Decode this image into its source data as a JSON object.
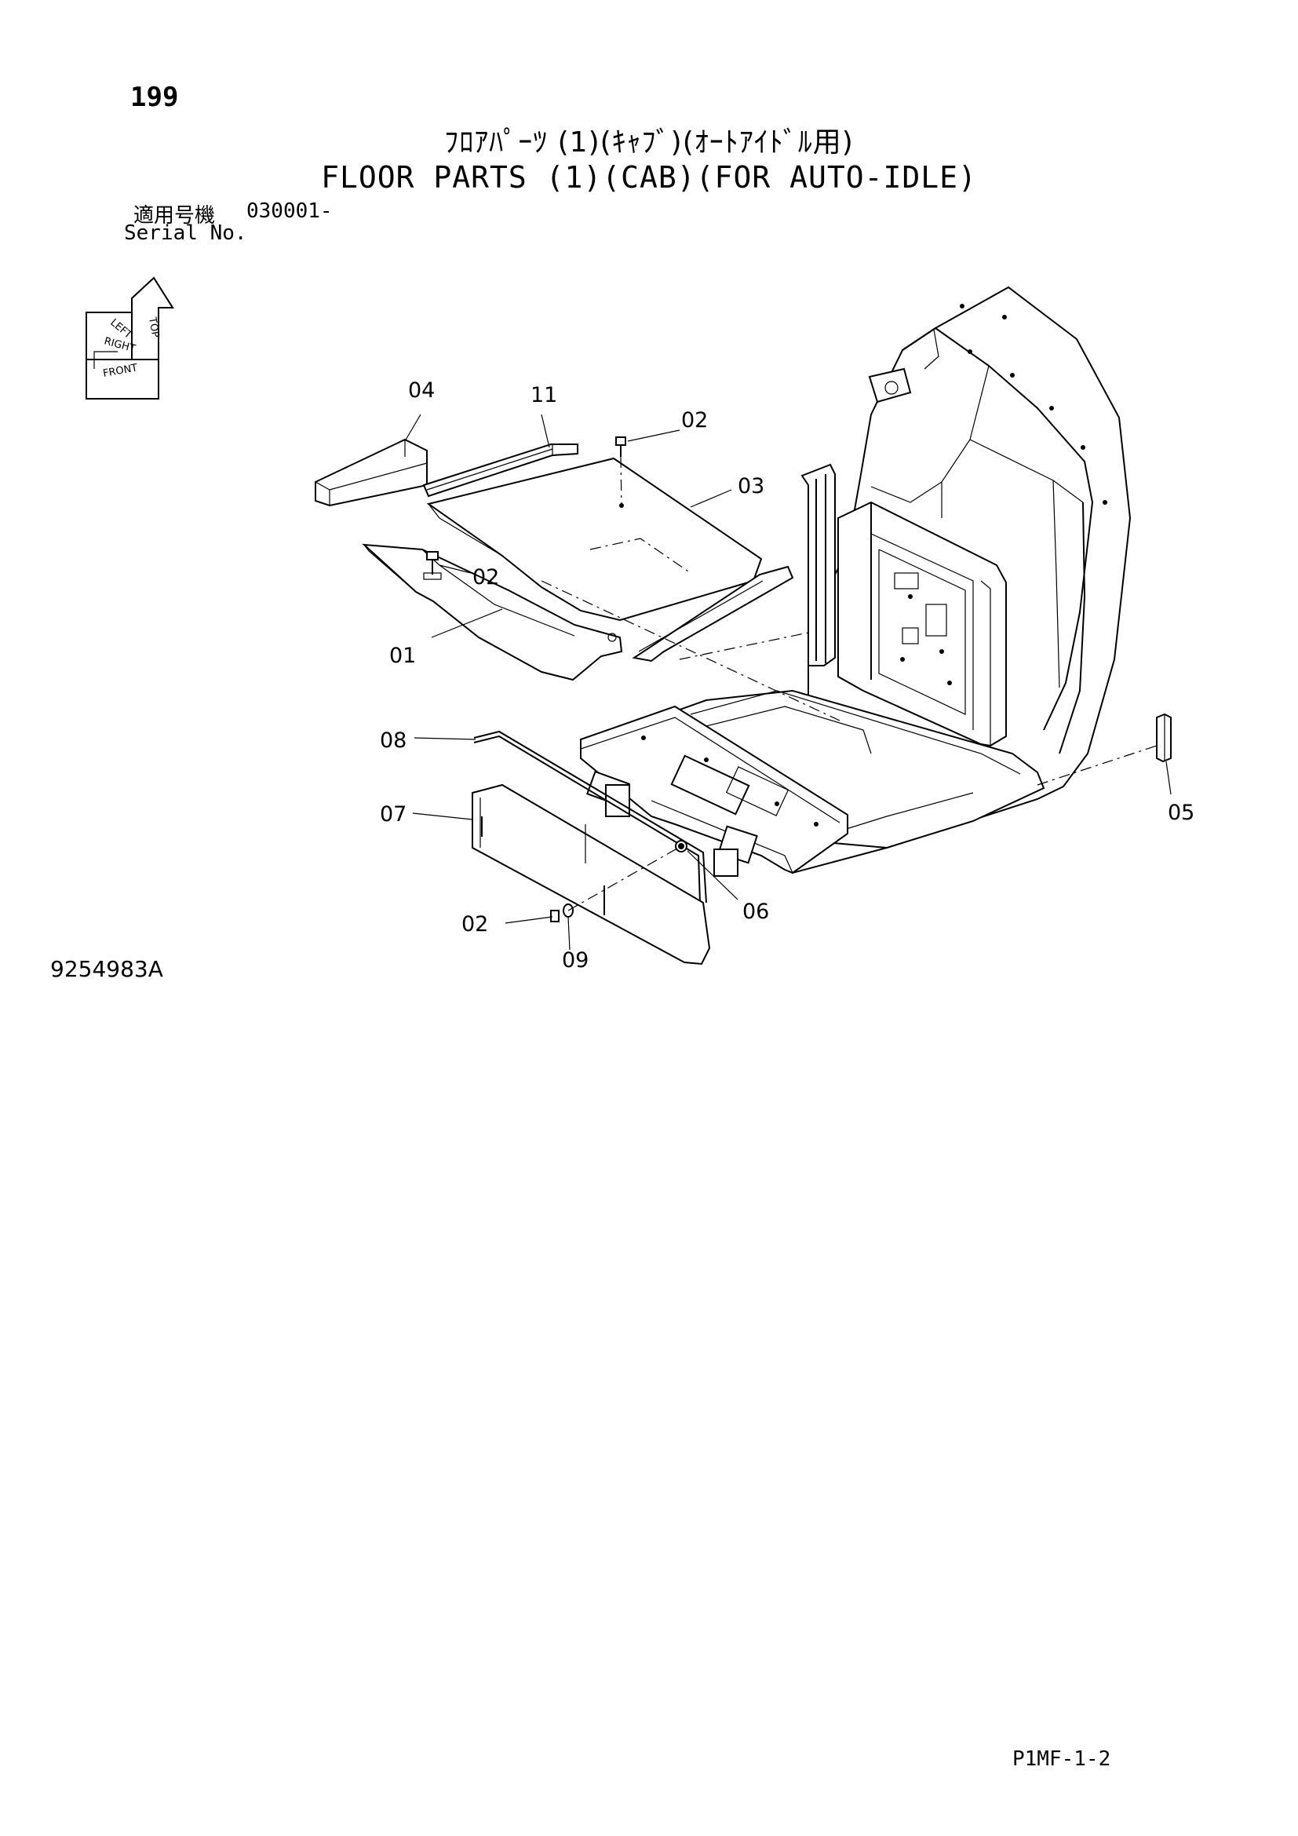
{
  "header": {
    "page_number": "199",
    "title_jp": "ﾌﾛｱﾊﾟｰﾂ (1)(ｷｬﾌﾞ)(ｵｰﾄｱｲﾄﾞﾙ用)",
    "title_en": "FLOOR PARTS (1)(CAB)(FOR AUTO-IDLE)",
    "serial_label_jp": "適用号機",
    "serial_value": "030001-",
    "serial_label_en": "Serial No."
  },
  "orientation_symbol": {
    "labels": [
      "TOP",
      "LEFT",
      "RIGHT",
      "FRONT"
    ]
  },
  "callouts": {
    "p01": "01",
    "p02a": "02",
    "p02b": "02",
    "p02c": "02",
    "p03": "03",
    "p04": "04",
    "p05": "05",
    "p06": "06",
    "p07": "07",
    "p08": "08",
    "p09": "09",
    "p11": "11"
  },
  "footer": {
    "drawing_number": "9254983A",
    "page_code": "P1MF-1-2"
  }
}
